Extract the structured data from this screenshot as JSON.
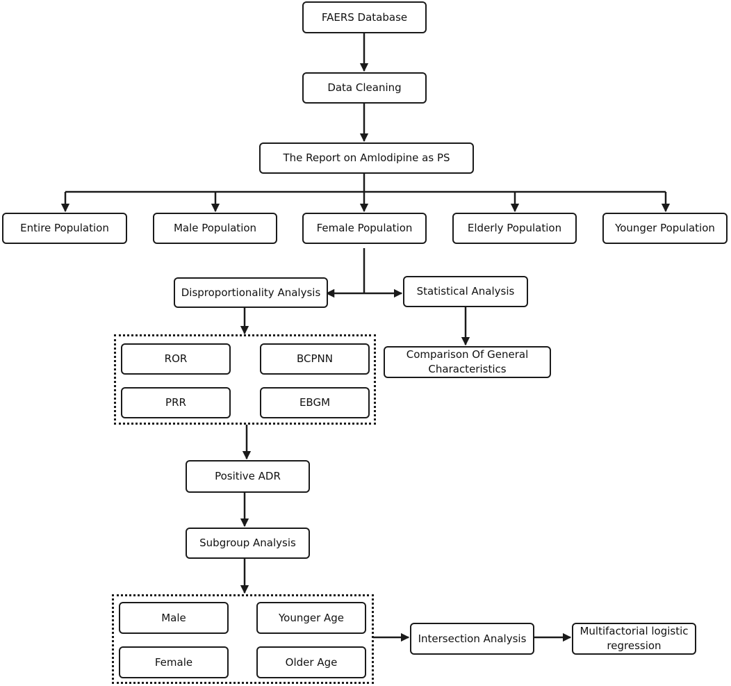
{
  "diagram": {
    "nodes": {
      "faers": "FAERS Database",
      "cleaning": "Data Cleaning",
      "report": "The Report on Amlodipine as PS",
      "entire": "Entire Population",
      "male_pop": "Male Population",
      "female_pop": "Female Population",
      "elderly": "Elderly Population",
      "younger_pop": "Younger Population",
      "dispro": "Disproportionality Analysis",
      "stat": "Statistical Analysis",
      "comparison": "Comparison Of General\nCharacteristics",
      "ror": "ROR",
      "bcpnn": "BCPNN",
      "prr": "PRR",
      "ebgm": "EBGM",
      "positive": "Positive ADR",
      "subgroup": "Subgroup Analysis",
      "male": "Male",
      "younger_age": "Younger Age",
      "female": "Female",
      "older_age": "Older Age",
      "intersection": "Intersection Analysis",
      "multi": "Multifactorial logistic\nregression"
    },
    "colors": {
      "stroke": "#1a1a1a",
      "fill": "#ffffff",
      "text": "#111111"
    }
  }
}
